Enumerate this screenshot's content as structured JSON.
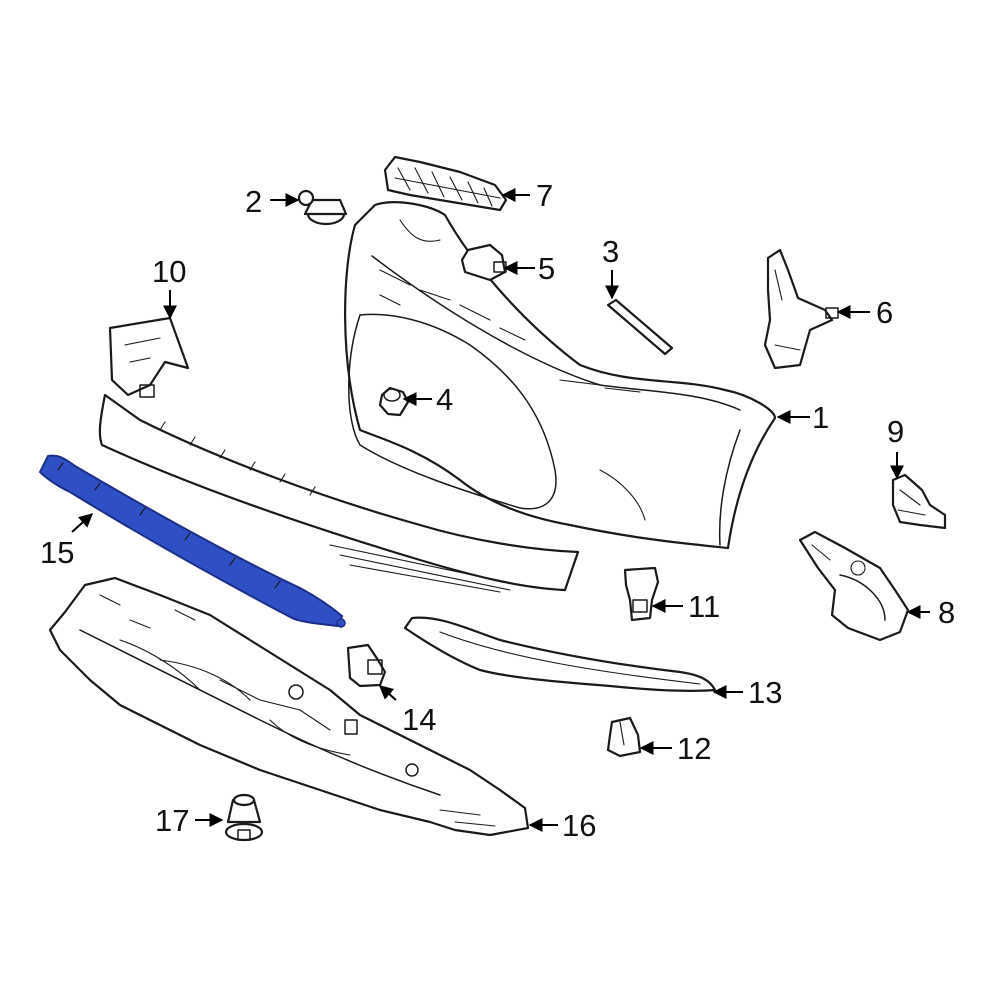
{
  "colors": {
    "highlight_fill": "#2f4fc4",
    "highlight_stroke": "#1c2f88",
    "line": "#1a1a1a",
    "background": "#ffffff"
  },
  "callouts": [
    {
      "id": "1",
      "label": "1"
    },
    {
      "id": "2",
      "label": "2"
    },
    {
      "id": "3",
      "label": "3"
    },
    {
      "id": "4",
      "label": "4"
    },
    {
      "id": "5",
      "label": "5"
    },
    {
      "id": "6",
      "label": "6"
    },
    {
      "id": "7",
      "label": "7"
    },
    {
      "id": "8",
      "label": "8"
    },
    {
      "id": "9",
      "label": "9"
    },
    {
      "id": "10",
      "label": "10"
    },
    {
      "id": "11",
      "label": "11"
    },
    {
      "id": "12",
      "label": "12"
    },
    {
      "id": "13",
      "label": "13"
    },
    {
      "id": "14",
      "label": "14"
    },
    {
      "id": "15",
      "label": "15",
      "highlighted": true
    },
    {
      "id": "16",
      "label": "16"
    },
    {
      "id": "17",
      "label": "17"
    }
  ]
}
